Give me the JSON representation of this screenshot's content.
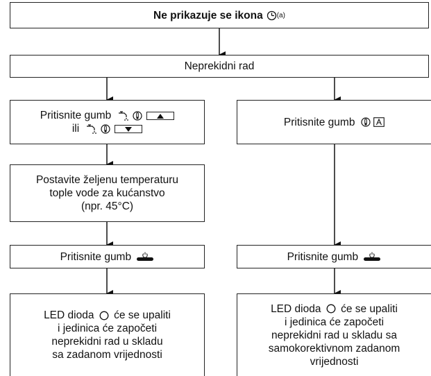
{
  "top": {
    "text": "Ne prikazuje se ikona",
    "sup": "(a)"
  },
  "continuous": {
    "text": "Neprekidni rad"
  },
  "left": {
    "press_up_line1": "Pritisnite gumb",
    "press_up_line2": "ili",
    "set_temp": [
      "Postavite željenu temperaturu",
      "tople vode za kućanstvo",
      "(npr. 45°C)"
    ],
    "press_power": "Pritisnite gumb",
    "result": [
      "LED dioda",
      "će se upaliti",
      "i jedinica će započeti",
      "neprekidni rad u skladu",
      "sa zadanom vrijednosti"
    ]
  },
  "right": {
    "press_auto": "Pritisnite gumb",
    "press_power": "Pritisnite gumb",
    "result": [
      "LED dioda",
      "će se upaliti",
      "i jedinica će započeti",
      "neprekidni rad u skladu sa",
      "samokorektivnom zadanom",
      "vrijednosti"
    ]
  },
  "icons": [
    "clock-icon",
    "tap-water-icon",
    "thermometer-icon",
    "up-button-icon",
    "down-button-icon",
    "auto-icon",
    "power-button-icon",
    "led-circle-icon"
  ]
}
